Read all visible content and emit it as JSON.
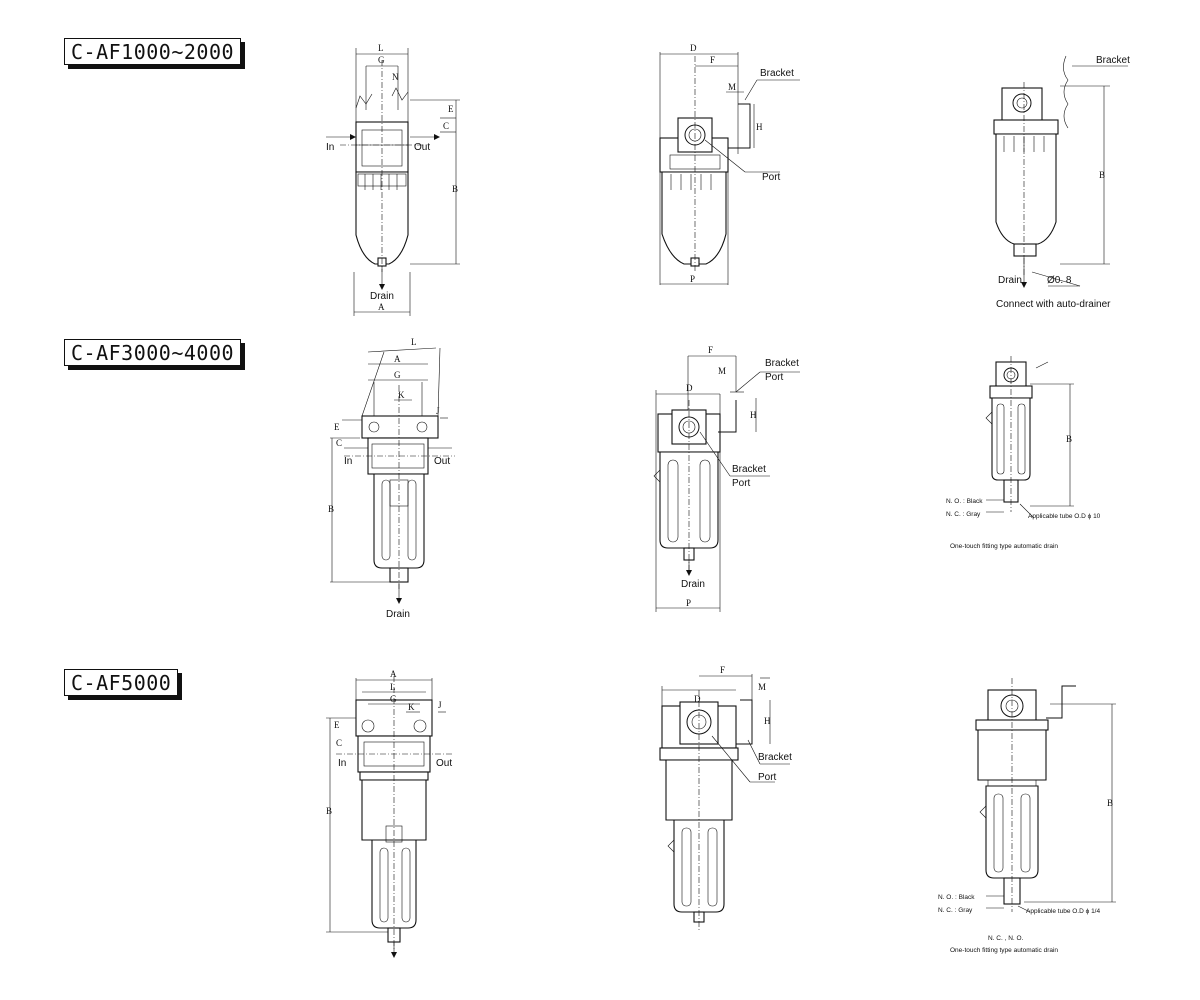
{
  "series": [
    {
      "label": "C-AF1000~2000"
    },
    {
      "label": "C-AF3000~4000"
    },
    {
      "label": "C-AF5000"
    }
  ],
  "callouts": {
    "in": "In",
    "out": "Out",
    "drain": "Drain",
    "bracket": "Bracket",
    "port": "Port",
    "connect_auto_drainer": "Connect with auto-drainer",
    "diameter_08": "Ø0. 8",
    "no_black": "N. O. : Black",
    "nc_gray": "N. C. : Gray",
    "tube_od_10": "Applicable tube O.D ϕ 10",
    "tube_od_14": "Applicable tube O.D ϕ 1/4",
    "one_touch_drain": "One-touch fitting type automatic drain",
    "nc_no": "N. C. , N. O."
  },
  "dimensions": {
    "A": "A",
    "B": "B",
    "C": "C",
    "D": "D",
    "E": "E",
    "F": "F",
    "G": "G",
    "H": "H",
    "J": "J",
    "K": "K",
    "L": "L",
    "M": "M",
    "N": "N",
    "P": "P"
  }
}
